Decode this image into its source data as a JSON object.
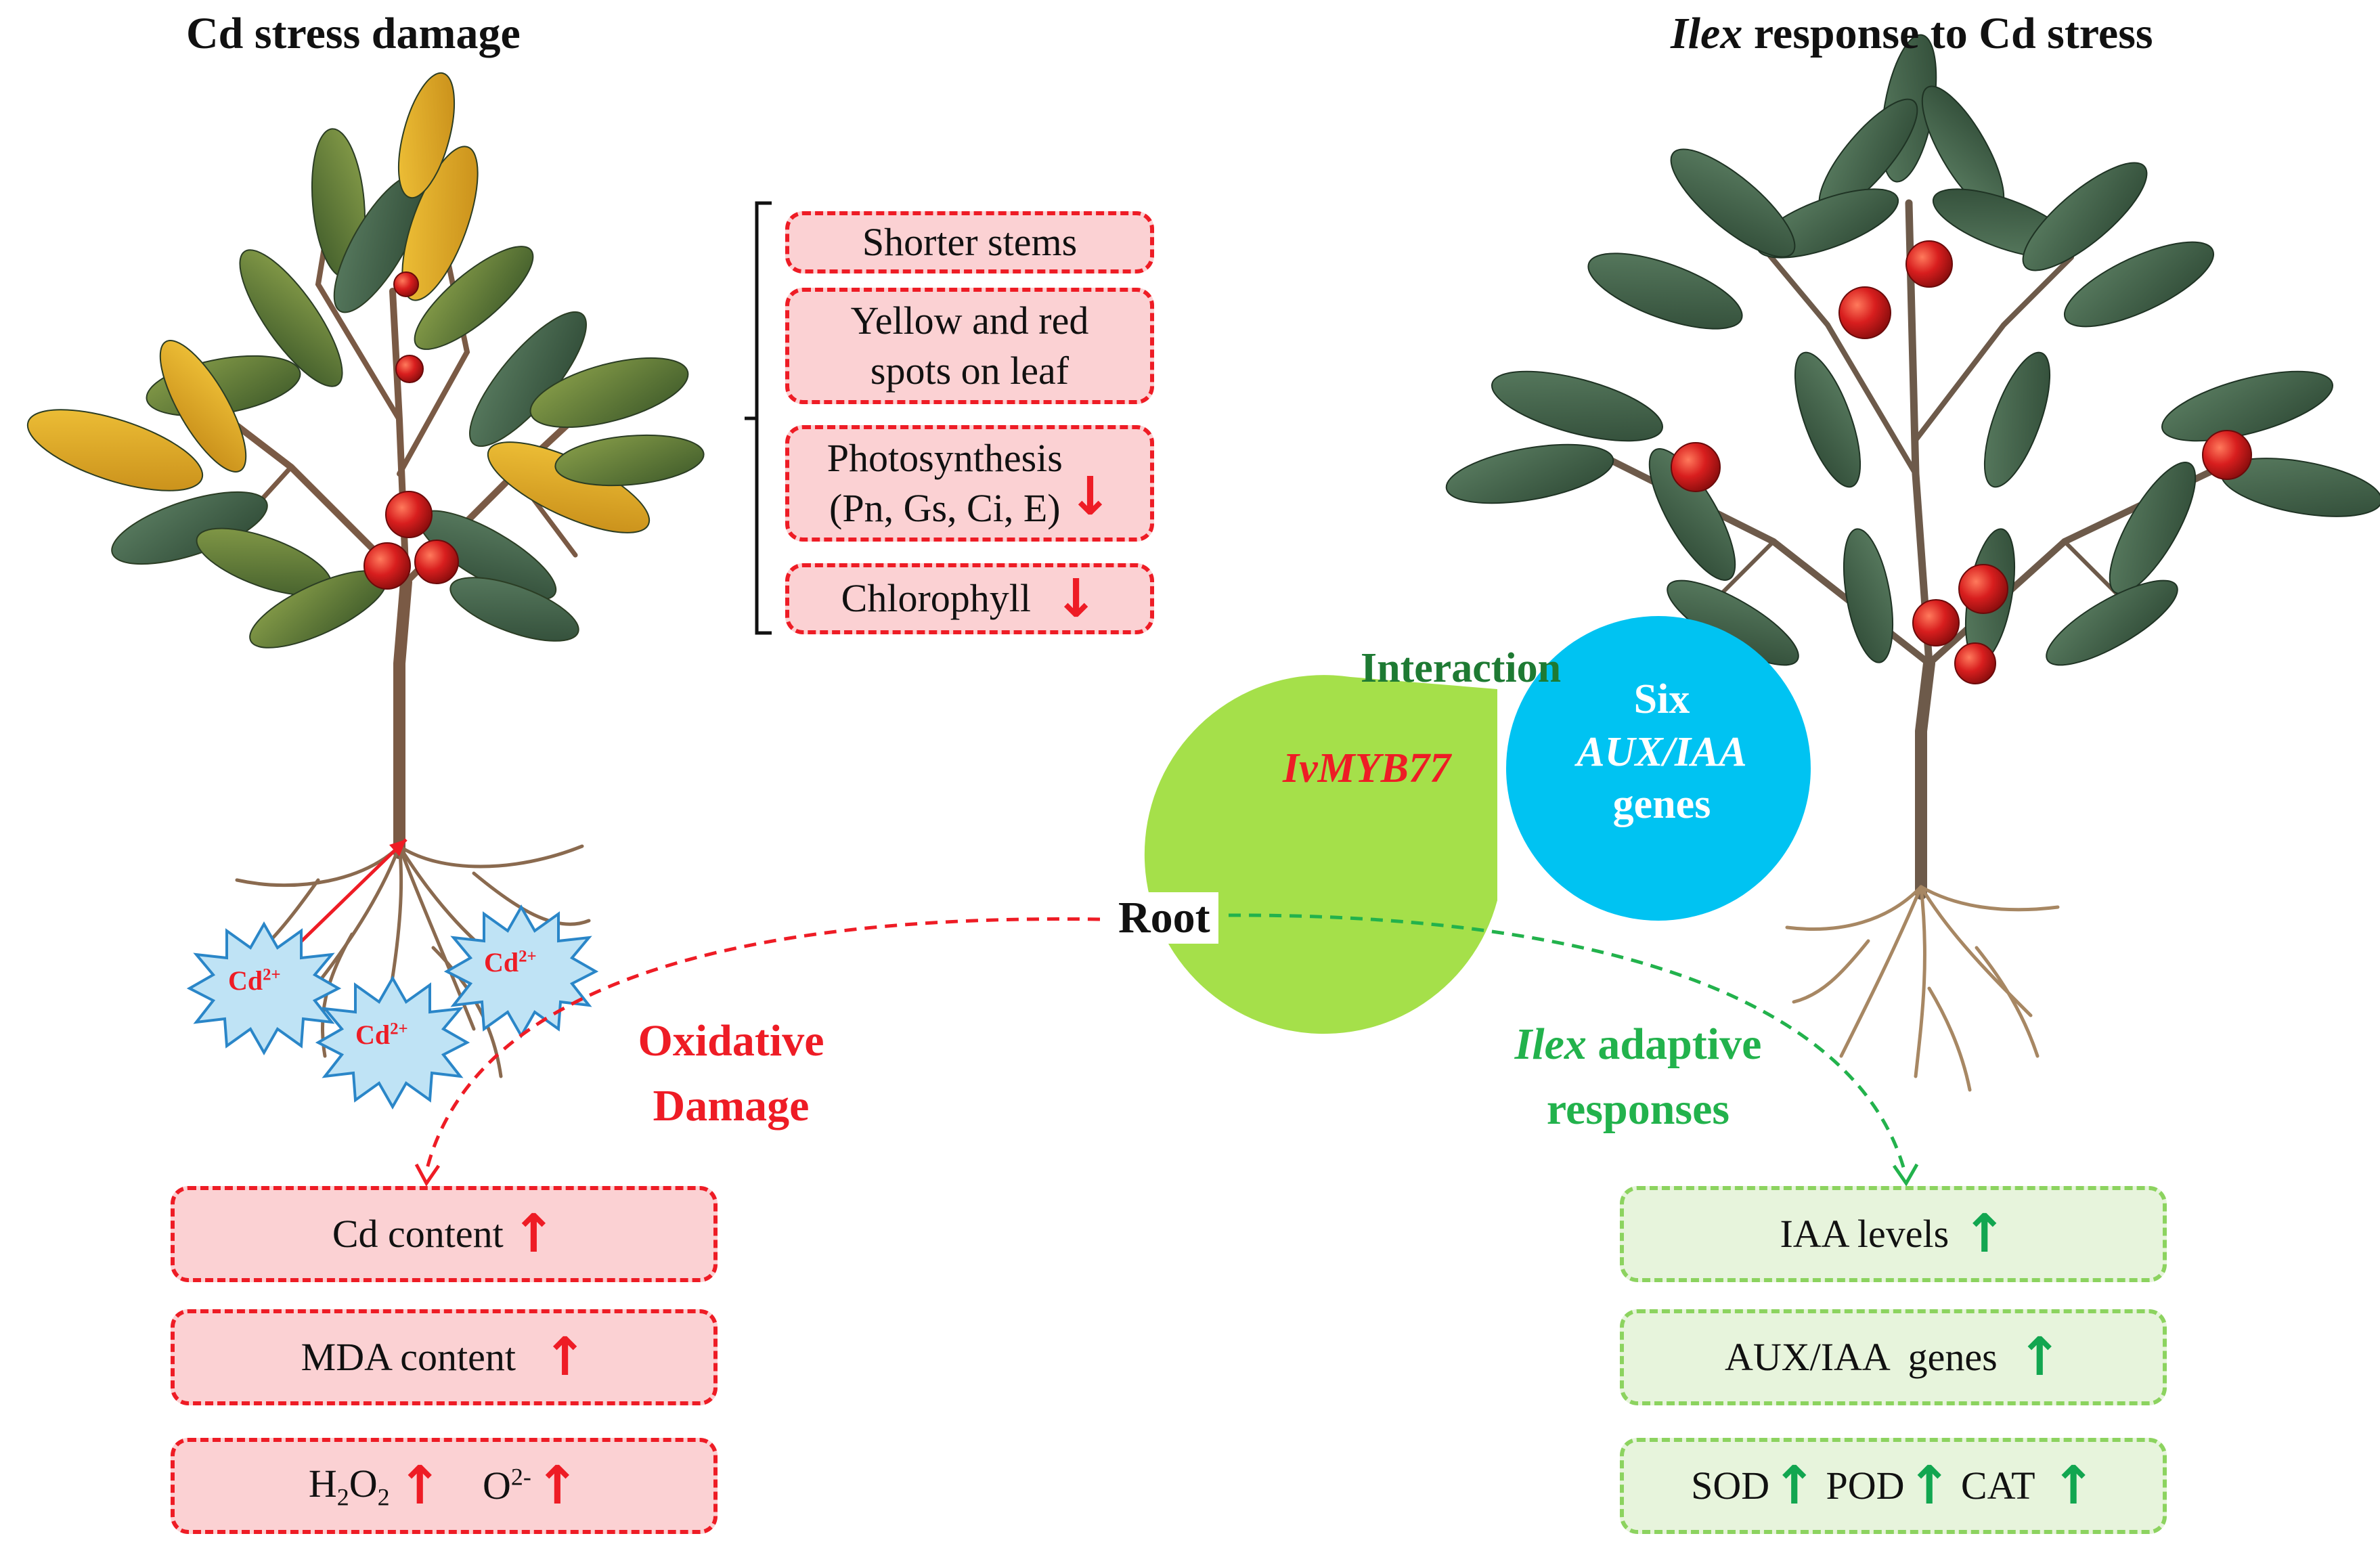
{
  "titles": {
    "left": "Cd stress damage",
    "right_italic": "Ilex",
    "right_rest": " response to Cd stress"
  },
  "damage_boxes": {
    "stems": "Shorter stems",
    "spots_line1": "Yellow and red",
    "spots_line2": "spots on leaf",
    "photo_line1": "Photosynthesis",
    "photo_line2": "(Pn, Gs, Ci, E)",
    "chlorophyll": "Chlorophyll"
  },
  "cd_ion": {
    "base": "Cd",
    "charge": "2+"
  },
  "center": {
    "interaction": "Interaction",
    "gene": "IvMYB77",
    "six": "Six",
    "aux": "AUX/IAA",
    "genes": "genes",
    "root": "Root"
  },
  "left_label": {
    "line1": "Oxidative",
    "line2": "Damage"
  },
  "right_label": {
    "italic": "Ilex",
    "rest": " adaptive",
    "line2": "responses"
  },
  "oxidative_boxes": {
    "cd_content": "Cd content",
    "mda_content": "MDA content",
    "h2o2_h": "H",
    "h2o2_sub": "2",
    "h2o2_o": "O",
    "h2o2_sub2": "2",
    "o2": "O",
    "o2_sup": "2-"
  },
  "adaptive_boxes": {
    "iaa": "IAA levels",
    "aux_genes": "AUX/IAA  genes",
    "sod": "SOD",
    "pod": "POD",
    "cat": "CAT"
  },
  "arrows": {
    "up": "↑",
    "down": "↓"
  },
  "colors": {
    "red": "#ee1c25",
    "green_arrow": "#12a650",
    "dark_green_text": "#1e7a33",
    "label_green": "#22b24c",
    "circle_green": "#a5e04a",
    "circle_blue": "#00c3f2",
    "red_box_fill": "#fbd1d3",
    "green_box_fill": "#e7f4dc"
  }
}
